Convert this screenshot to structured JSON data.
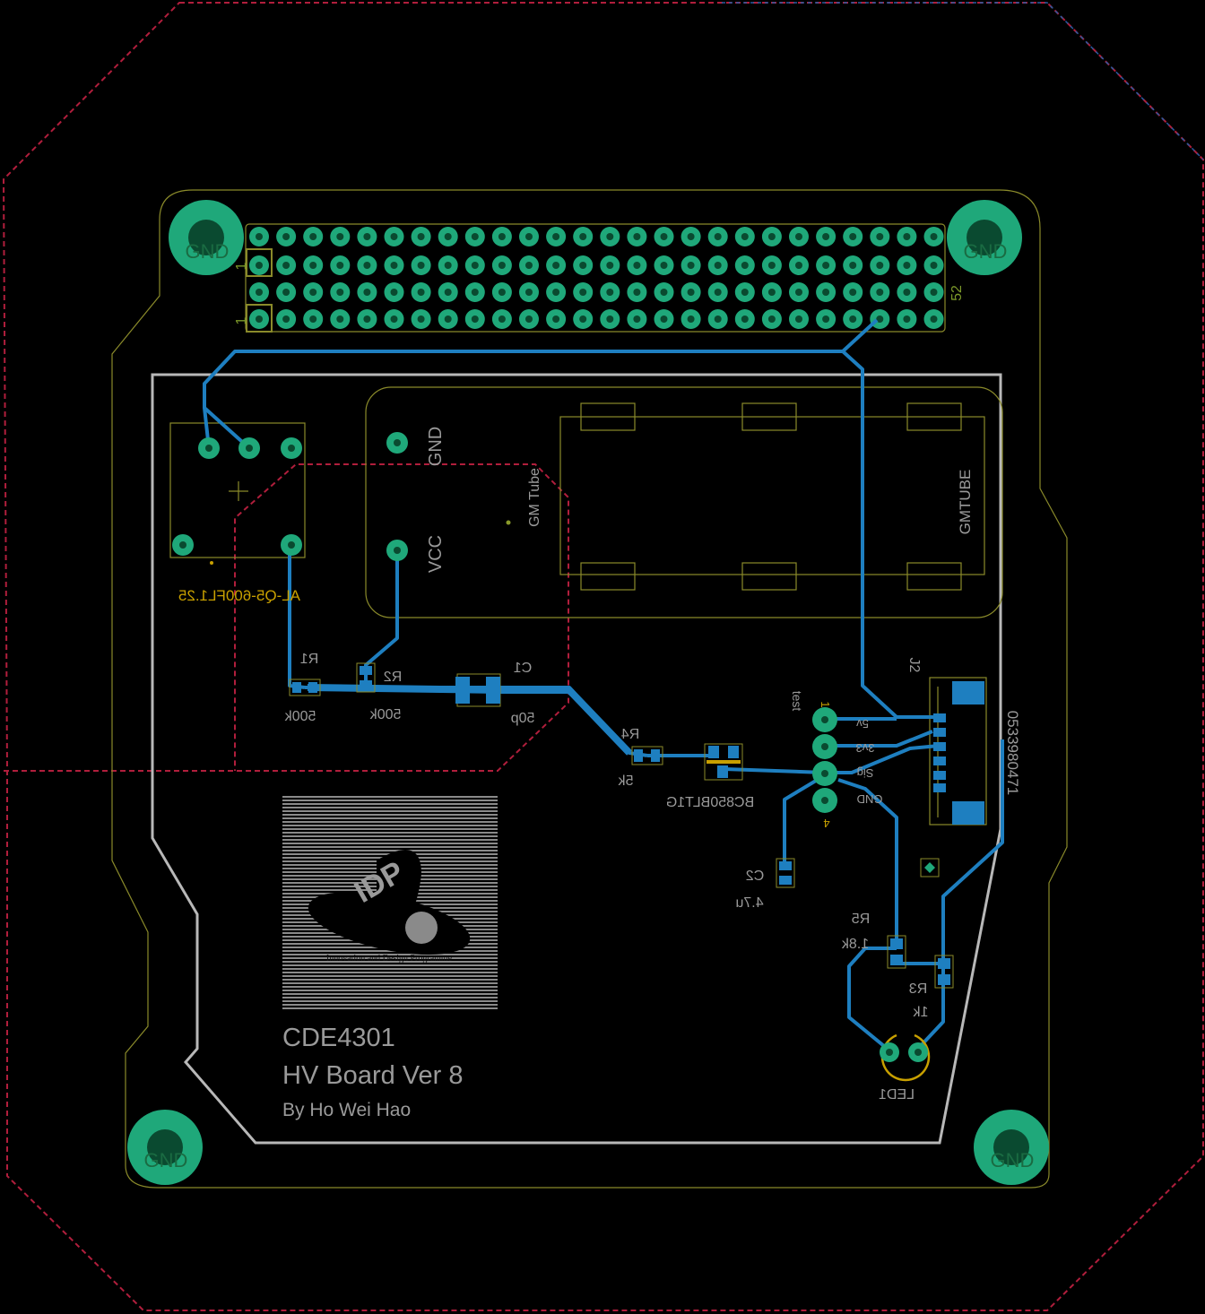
{
  "labels": {
    "gnd_mount": "GND",
    "header_pin1_top": "1",
    "header_pin1_bottom": "1",
    "header_pin52": "52",
    "gm_pad_gnd": "GND",
    "gm_pad_vcc": "VCC",
    "gm_tube_label": "GM Tube",
    "gmtube_footprint": "GMTUBE",
    "transformer_part": "AL-Q5-600FL1.25",
    "r1": "R1",
    "r1_value": "500k",
    "r2": "R2",
    "r2_value": "500k",
    "c1": "C1",
    "c1_value": "50p",
    "r4": "R4",
    "r4_value": "5k",
    "transistor": "BC850BLT1G",
    "test": "test",
    "test_pin1": "1",
    "test_pin4": "4",
    "pin_5v": "5v",
    "pin_3v3": "3v3",
    "pin_sig": "Sig",
    "pin_gnd": "GND",
    "j2": "J2",
    "connector_part": "0533980471",
    "c2": "C2",
    "c2_value": "4.7u",
    "r5": "R5",
    "r5_value": "1.8k",
    "r3": "R3",
    "r3_value": "1k",
    "led1": "LED1",
    "logo_text": "Innovation and Design Programme",
    "logo_mark": "IDP"
  },
  "title_block": {
    "line1": "CDE4301",
    "line2": "HV Board Ver 8",
    "line3": "By Ho Wei Hao"
  },
  "colors": {
    "background": "#000000",
    "copper_trace": "#1e7fc0",
    "pad": "#1fa87a",
    "silkscreen": "#9a9a9a",
    "outline_yellow": "#9a9a30",
    "keepout_red": "#b01e3c",
    "component_gold": "#c8a000"
  }
}
